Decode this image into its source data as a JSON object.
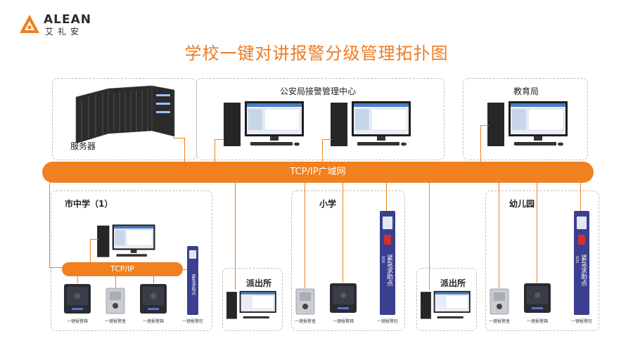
{
  "brand": {
    "name_en": "ALEAN",
    "name_cn": "艾礼安"
  },
  "title": "学校一键对讲报警分级管理拓扑图",
  "zones": {
    "server": "服务器",
    "police_center": "公安局接警管理中心",
    "education": "教育局",
    "middle_school": "市中学（1）",
    "primary_school": "小学",
    "kindergarten": "幼儿园",
    "police_station_1": "派出所",
    "police_station_2": "派出所"
  },
  "network": {
    "wan": "TCP/IP广域网",
    "lan": "TCP/IP"
  },
  "devices": {
    "box": "一键报警箱",
    "panel": "一键报警盒",
    "pillar": "一键报警柱",
    "pillar_text": "紧急求助点",
    "pillar_sos": "SOS"
  },
  "colors": {
    "accent": "#f08020",
    "title": "#f07a1e",
    "pillar": "#3a3f8f"
  }
}
